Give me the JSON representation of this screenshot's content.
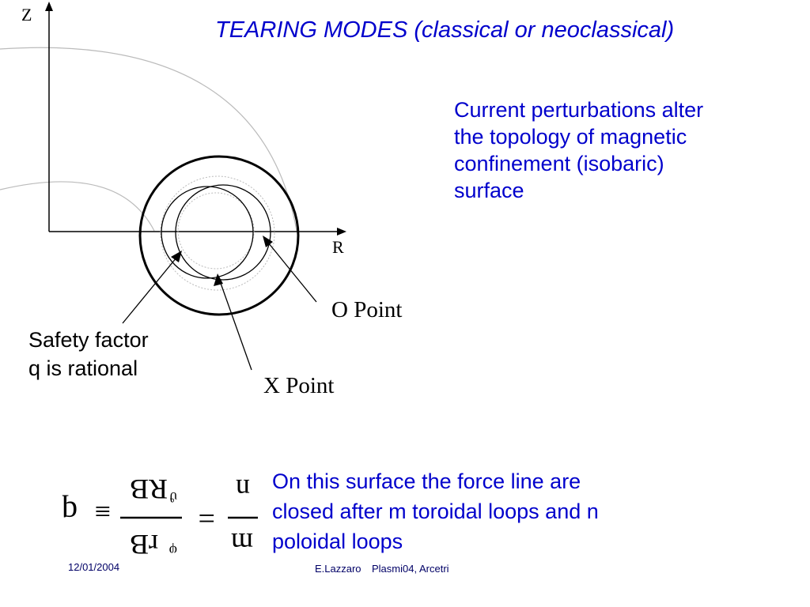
{
  "slide": {
    "title": "TEARING MODES (classical or neoclassical)",
    "description": "Current perturbations alter the topology of magnetic confinement (isobaric) surface",
    "safety_line1": "Safety factor",
    "safety_line2": "q is rational",
    "o_point": "O Point",
    "x_point": "X Point",
    "axis_z": "Z",
    "axis_r": "R",
    "closed_note": "On this surface the force line are closed after m toroidal loops and n poloidal loops"
  },
  "formula": {
    "q": "q",
    "equiv": "≡",
    "num": "rB",
    "num_sup": "φ",
    "den": "RB",
    "den_sup": "ϑ",
    "equals": "=",
    "m": "m",
    "n": "n"
  },
  "footer": {
    "date": "12/01/2004",
    "author": "E.Lazzaro",
    "venue": "Plasmi04, Arcetri"
  },
  "colors": {
    "accent": "#0000cc",
    "ink": "#000000",
    "guide": "#bbbbbb"
  }
}
